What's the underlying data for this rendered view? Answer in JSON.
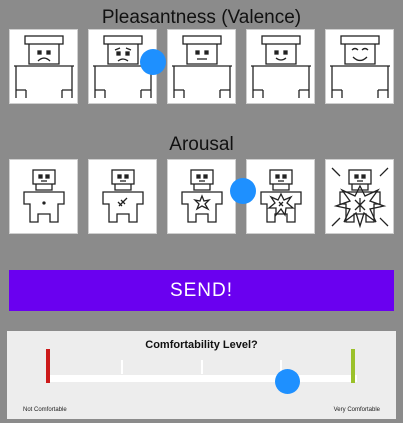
{
  "valence": {
    "title": "Pleasantness (Valence)",
    "options": [
      "sad-face-figure-icon",
      "slightly-sad-face-figure-icon",
      "neutral-face-figure-icon",
      "slightly-happy-face-figure-icon",
      "happy-face-figure-icon"
    ],
    "selected_index": 1
  },
  "arousal": {
    "title": "Arousal",
    "options": [
      "calm-figure-icon",
      "low-arousal-figure-icon",
      "medium-arousal-figure-icon",
      "high-arousal-figure-icon",
      "very-high-arousal-figure-icon"
    ],
    "selected_index": 3
  },
  "send_button": {
    "label": "SEND!"
  },
  "comfort": {
    "title": "Comfortability Level?",
    "min_label": "Not Comfortable",
    "max_label": "Very Comfortable",
    "value": 0.78,
    "colors": {
      "min": "#cc1a1a",
      "max": "#9bc12a",
      "thumb": "#1e90ff"
    }
  },
  "colors": {
    "accent": "#6a00f0",
    "background": "#8b8b8b",
    "selection": "#1e90ff"
  }
}
